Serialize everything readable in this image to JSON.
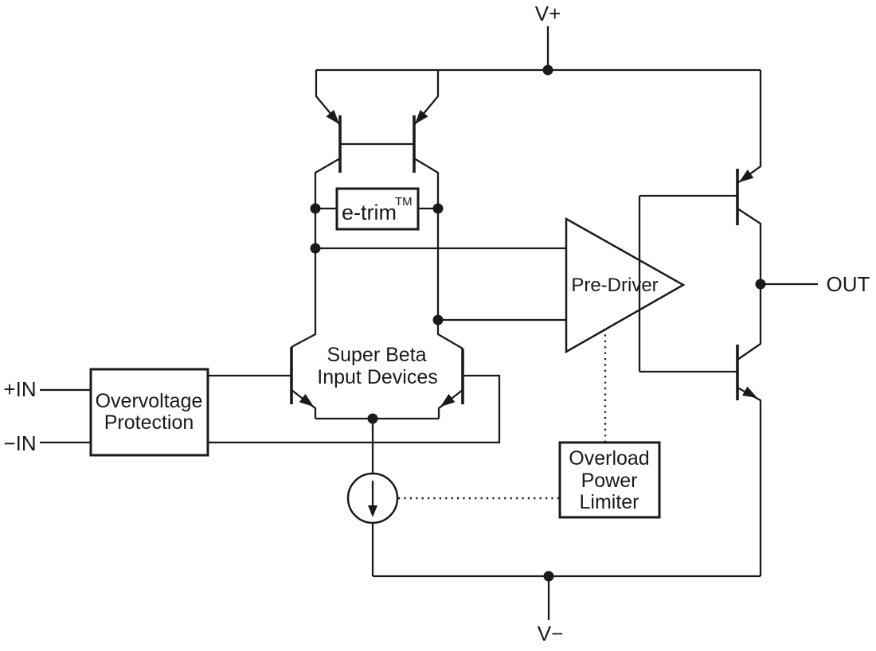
{
  "diagram": {
    "power_rails": {
      "positive": "V+",
      "negative": "V−"
    },
    "terminals": {
      "noninverting_input": "+IN",
      "inverting_input": "−IN",
      "output": "OUT"
    },
    "blocks": {
      "overvoltage_protection": {
        "line1": "Overvoltage",
        "line2": "Protection"
      },
      "e_trim": {
        "name": "e-trim",
        "trademark": "TM"
      },
      "super_beta_input_devices": {
        "line1": "Super Beta",
        "line2": "Input Devices"
      },
      "pre_driver": {
        "label": "Pre-Driver"
      },
      "overload_power_limiter": {
        "line1": "Overload",
        "line2": "Power",
        "line3": "Limiter"
      }
    },
    "colors": {
      "line": "#1a1a1a",
      "text": "#1a1a1a",
      "background": "#ffffff"
    }
  }
}
